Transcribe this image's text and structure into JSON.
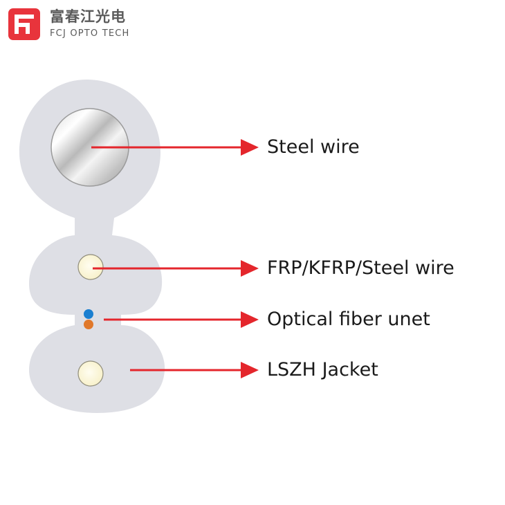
{
  "brand": {
    "name_cn": "富春江光电",
    "name_en": "FCJ OPTO TECH",
    "accent": "#e8343c",
    "text_color": "#5a5a5a"
  },
  "diagram": {
    "jacket_color": "#dedfe5",
    "arrow_color": "#e4262c",
    "fiber_colors": [
      "#1b7fd0",
      "#e0782a"
    ],
    "labels": {
      "steel_wire": "Steel wire",
      "strength_member": "FRP/KFRP/Steel wire",
      "optical_fiber": "Optical fiber unet",
      "jacket": "LSZH Jacket"
    }
  }
}
